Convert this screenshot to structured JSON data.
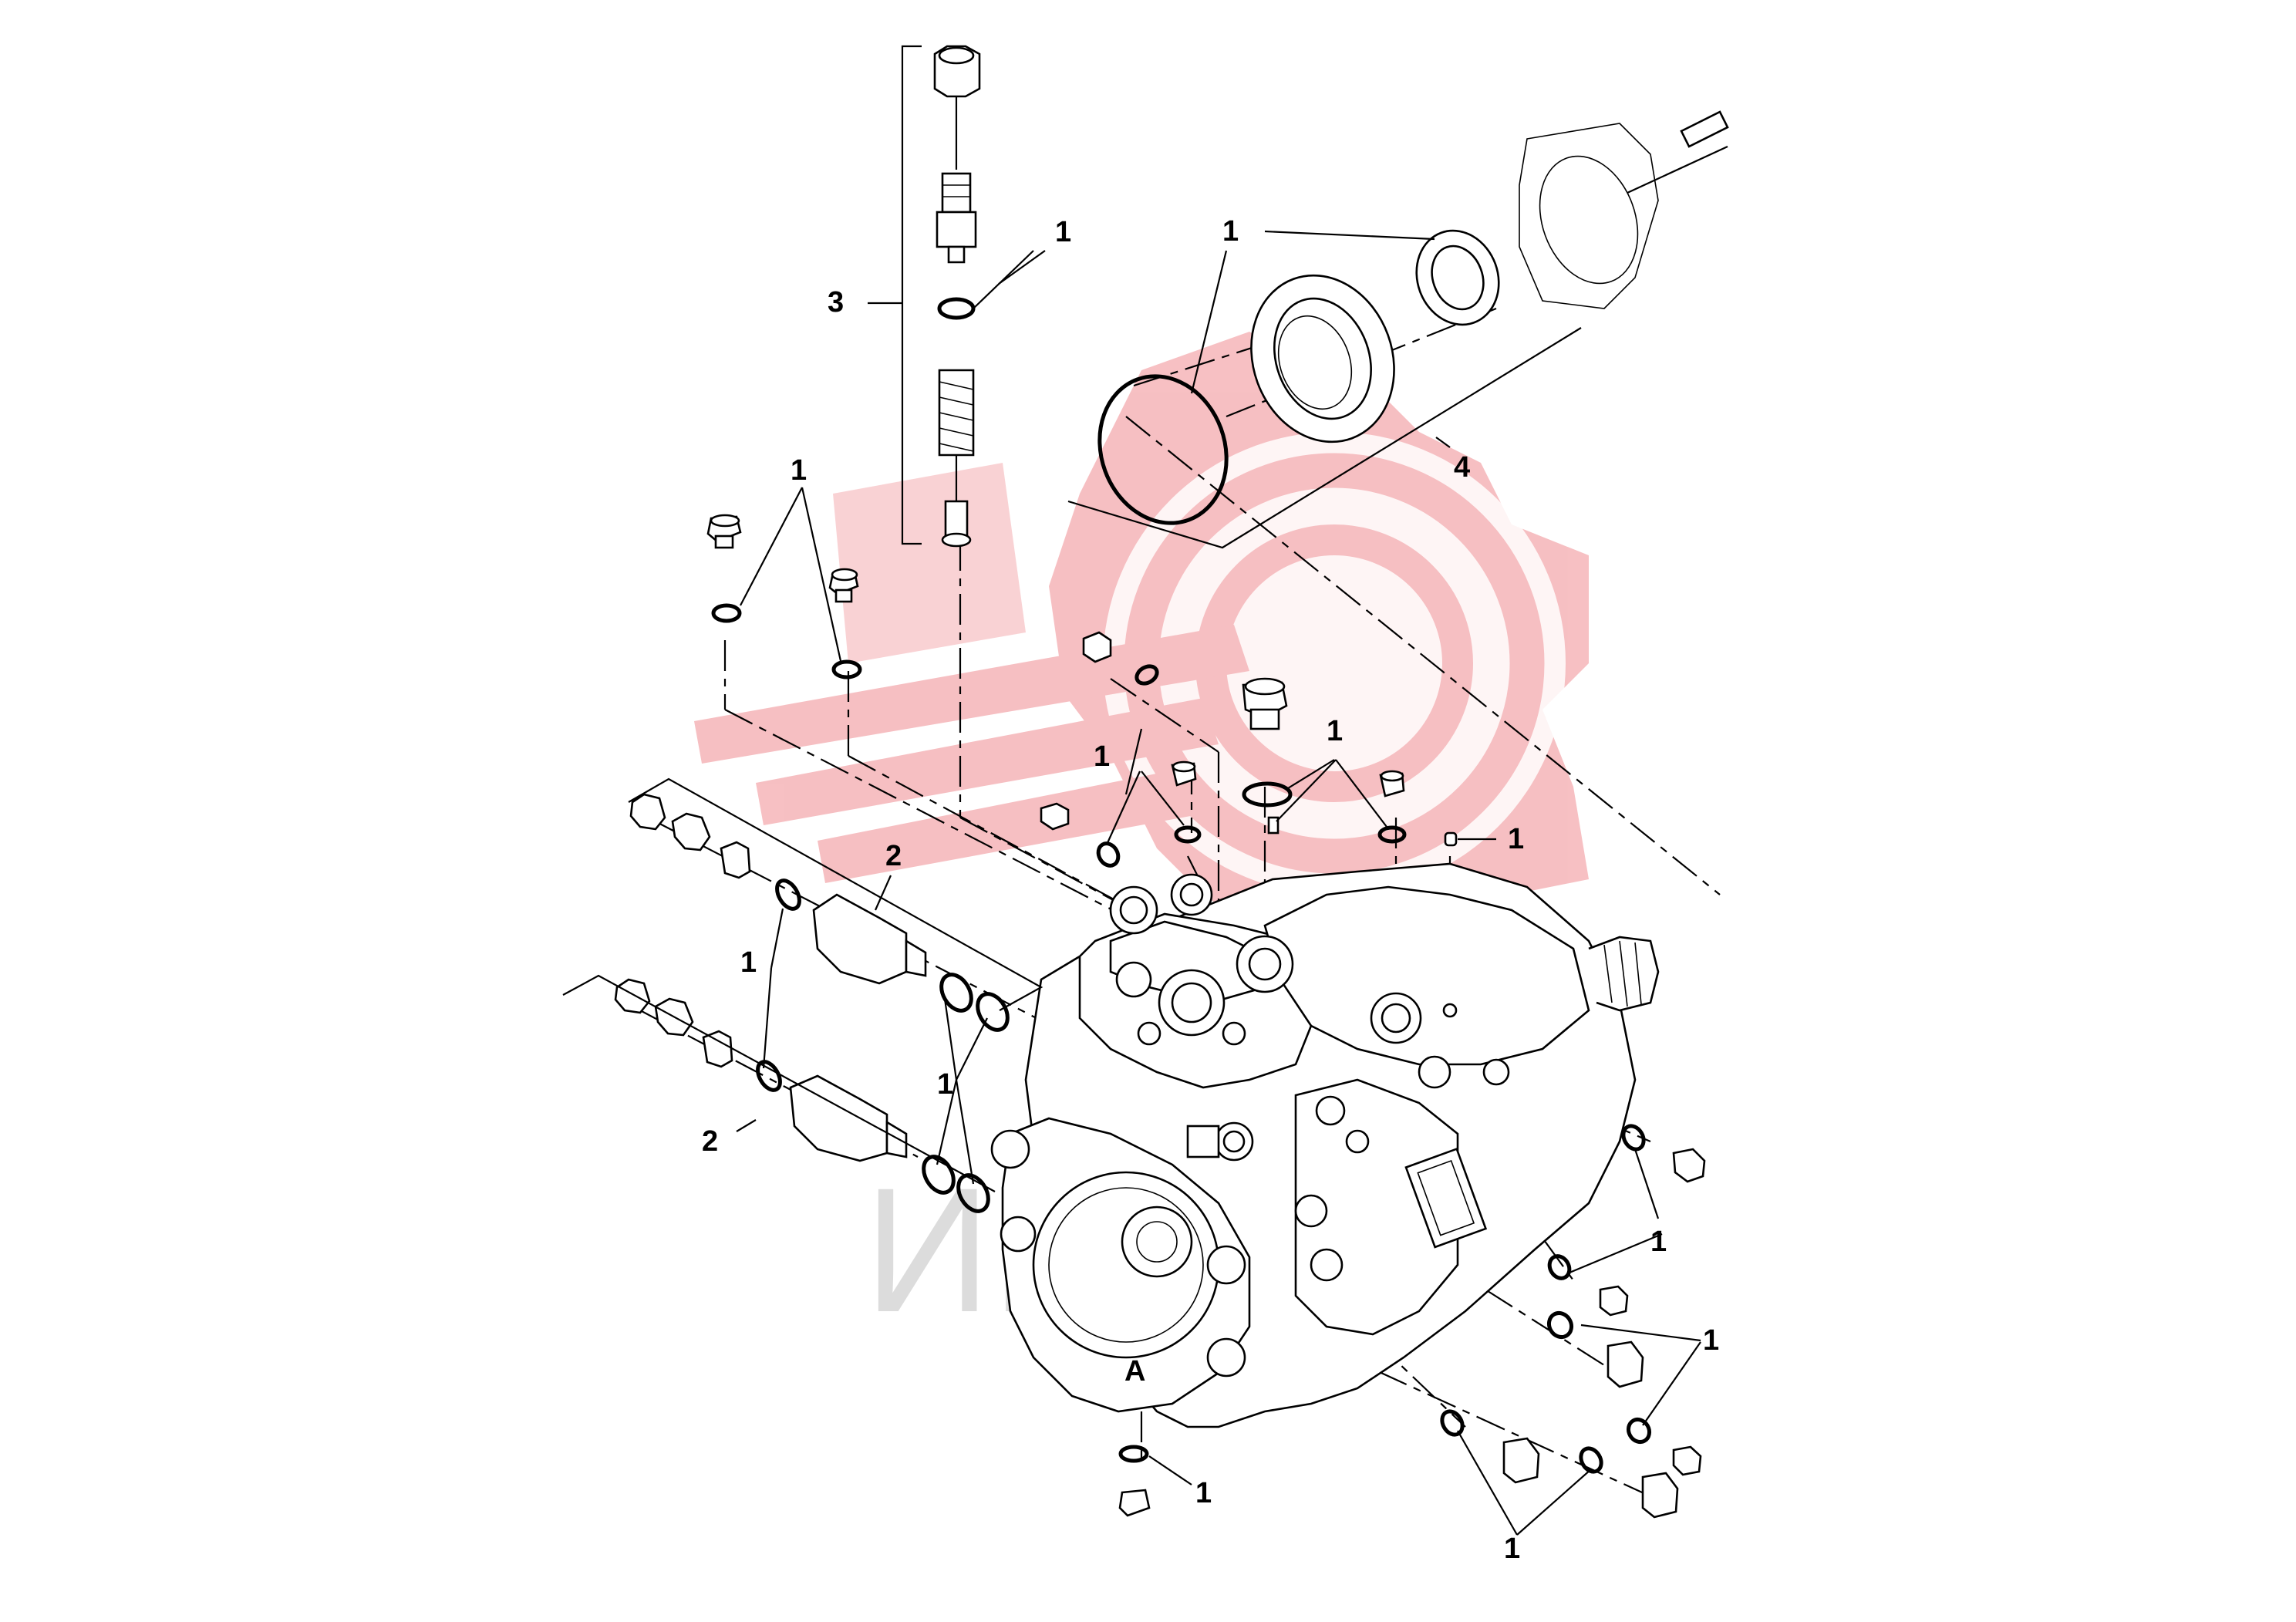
{
  "watermark": {
    "text": "ИНТЕХ",
    "logo_color": "#f6b9bc",
    "text_color": "#dcdcdc"
  },
  "callouts": [
    {
      "id": "c1",
      "label": "1"
    },
    {
      "id": "c2",
      "label": "1"
    },
    {
      "id": "c3",
      "label": "3"
    },
    {
      "id": "c4",
      "label": "4"
    },
    {
      "id": "c5",
      "label": "1"
    },
    {
      "id": "c6",
      "label": "1"
    },
    {
      "id": "c7",
      "label": "1"
    },
    {
      "id": "c8",
      "label": "1"
    },
    {
      "id": "c9",
      "label": "2"
    },
    {
      "id": "c10",
      "label": "1"
    },
    {
      "id": "c11",
      "label": "1"
    },
    {
      "id": "c12",
      "label": "2"
    },
    {
      "id": "c13",
      "label": "1"
    },
    {
      "id": "c14",
      "label": "1"
    },
    {
      "id": "c15",
      "label": "1"
    },
    {
      "id": "c16",
      "label": "1"
    },
    {
      "id": "c17",
      "label": "A"
    }
  ]
}
